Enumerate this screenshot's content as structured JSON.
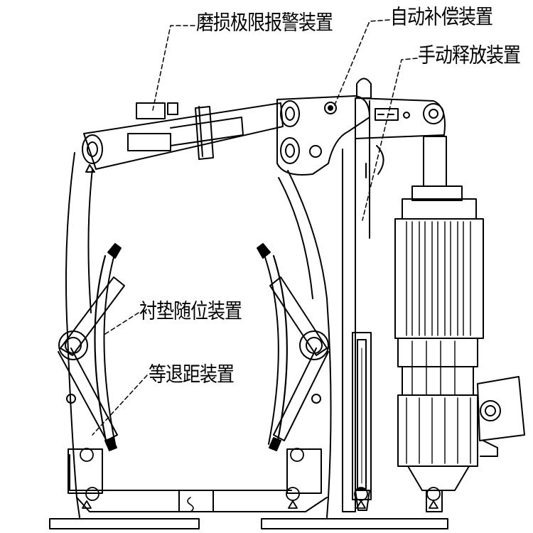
{
  "labels": {
    "wear_limit_alarm": "磨损极限报警装置",
    "auto_compensation": "自动补偿装置",
    "manual_release": "手动释放装置",
    "lining_follow": "衬垫随位装置",
    "equal_retreat": "等退距装置"
  }
}
